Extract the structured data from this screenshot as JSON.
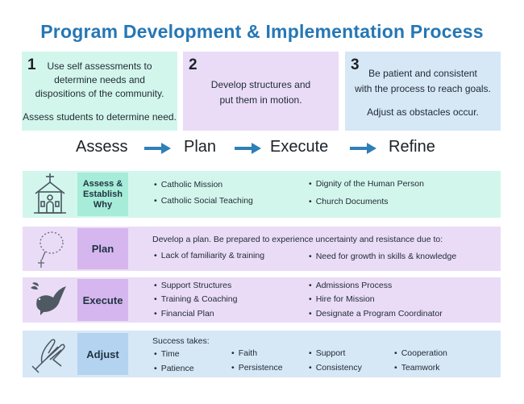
{
  "title": "Program Development & Implementation Process",
  "steps": [
    {
      "number": "1",
      "lines": [
        "Use self assessments to",
        "determine needs and",
        "dispositions of the community."
      ],
      "extra": "Assess students to determine need."
    },
    {
      "number": "2",
      "lines": [
        "Develop structures and",
        "put them in motion."
      ]
    },
    {
      "number": "3",
      "lines": [
        "Be patient and consistent",
        "with the process to reach goals."
      ],
      "extra": "Adjust as obstacles occur."
    }
  ],
  "flow": [
    "Assess",
    "Plan",
    "Execute",
    "Refine"
  ],
  "rows": [
    {
      "label_line1": "Assess &",
      "label_line2": "Establish",
      "label_line3": "Why",
      "icon": "church-icon",
      "bullets": [
        "Catholic Mission",
        "Catholic Social Teaching",
        "Dignity of the Human Person",
        "Church Documents"
      ]
    },
    {
      "label": "Plan",
      "icon": "rosary-icon",
      "intro": "Develop a plan. Be prepared to experience uncertainty and resistance due to:",
      "bullets": [
        "Lack of familiarity & training",
        "Need for growth in skills & knowledge"
      ]
    },
    {
      "label": "Execute",
      "icon": "dove-icon",
      "bullets": [
        "Support Structures",
        "Training & Coaching",
        "Financial Plan",
        "Admissions Process",
        "Hire for Mission",
        "Designate a Program Coordinator"
      ]
    },
    {
      "label": "Adjust",
      "icon": "praying-hands-icon",
      "intro": "Success takes:",
      "bullets": [
        "Time",
        "Patience",
        "Faith",
        "Persistence",
        "Support",
        "Consistency",
        "Cooperation",
        "Teamwork"
      ]
    }
  ],
  "colors": {
    "title": "#2577b5",
    "arrow": "#2f7fb8",
    "mint": "#d3f6ec",
    "lavender": "#eadcf7",
    "blue": "#d6e7f6"
  }
}
